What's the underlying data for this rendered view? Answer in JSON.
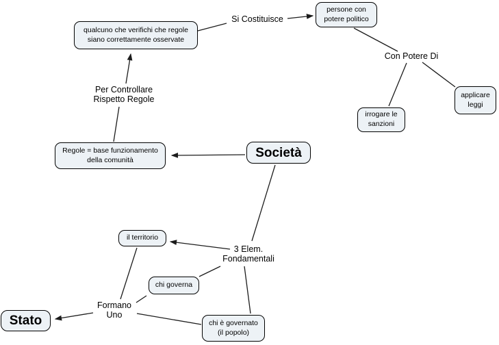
{
  "theme": {
    "background": "#ffffff",
    "node_fill": "#edf2f6",
    "node_border": "#000000",
    "line_color": "#1c1c1c",
    "text_color": "#000000"
  },
  "nodes": {
    "qualcuno": {
      "text": "qualcuno che verifichi che regole\nsiano correttamente osservate"
    },
    "persone": {
      "text": "persone con\npotere politico"
    },
    "applicare": {
      "text": "applicare\nleggi"
    },
    "irrogare": {
      "text": "irrogare le\nsanzioni"
    },
    "societa": {
      "text": "Società"
    },
    "regole": {
      "text": "Regole = base funzionamento\ndella comunità"
    },
    "territorio": {
      "text": "il territorio"
    },
    "governa": {
      "text": "chi governa"
    },
    "governato": {
      "text": "chi è governato\n(il popolo)"
    },
    "stato": {
      "text": "Stato"
    }
  },
  "links": {
    "si_costituisce": {
      "text": "Si Costituisce"
    },
    "con_potere_di": {
      "text": "Con Potere Di"
    },
    "per_controllare": {
      "text": "Per Controllare\nRispetto Regole"
    },
    "tre_elementi": {
      "text": "3 Elem.\nFondamentali"
    },
    "formano_uno": {
      "text": "Formano\nUno"
    }
  }
}
